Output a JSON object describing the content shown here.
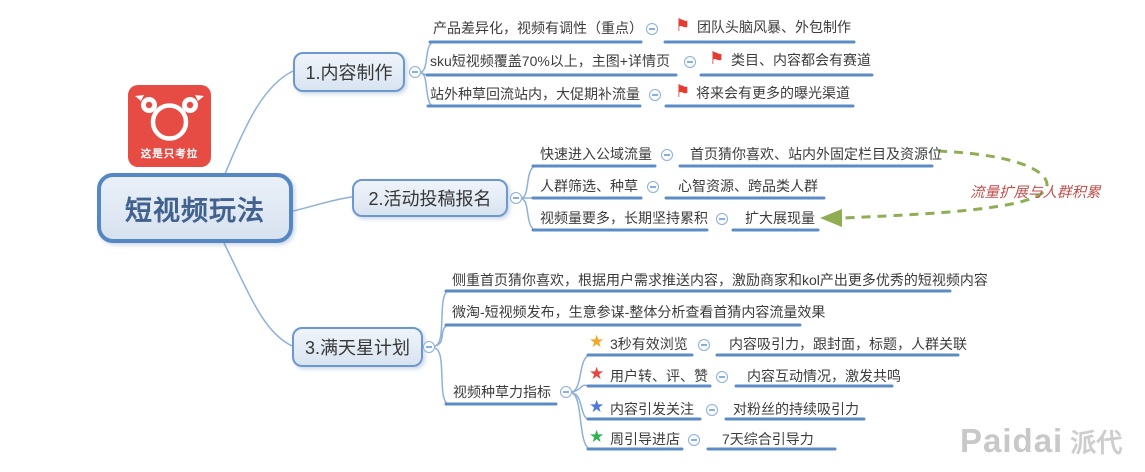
{
  "logo": {
    "brand": "这是只考拉"
  },
  "root": {
    "label": "短视频玩法"
  },
  "branches": [
    {
      "label": "1.内容制作",
      "rows": [
        {
          "topic": "产品差异化，视频有调性（重点）",
          "detail": "团队头脑风暴、外包制作"
        },
        {
          "topic": "sku短视频覆盖70%以上，主图+详情页",
          "detail": "类目、内容都会有赛道"
        },
        {
          "topic": "站外种草回流站内，大促期补流量",
          "detail": "将来会有更多的曝光渠道"
        }
      ]
    },
    {
      "label": "2.活动投稿报名",
      "rows": [
        {
          "topic": "快速进入公域流量",
          "detail": "首页猜你喜欢、站内外固定栏目及资源位"
        },
        {
          "topic": "人群筛选、种草",
          "detail": "心智资源、跨品类人群"
        },
        {
          "topic": "视频量要多，长期坚持累积",
          "detail": "扩大展现量"
        }
      ],
      "callout": "流量扩展与人群积累"
    },
    {
      "label": "3.满天星计划",
      "rows": [
        {
          "topic": "侧重首页猜你喜欢，根据用户需求推送内容，激励商家和kol产出更多优秀的短视频内容"
        },
        {
          "topic": "微淘-短视频发布，生意参谋-整体分析查看首猜内容流量效果"
        },
        {
          "topic": "视频种草力指标",
          "children": [
            {
              "star": "orange",
              "topic": "3秒有效浏览",
              "detail": "内容吸引力，跟封面，标题，人群关联"
            },
            {
              "star": "red",
              "topic": "用户转、评、赞",
              "detail": "内容互动情况，激发共鸣"
            },
            {
              "star": "blue",
              "topic": "内容引发关注",
              "detail": "对粉丝的持续吸引力"
            },
            {
              "star": "green",
              "topic": "周引导进店",
              "detail": "7天综合引导力"
            }
          ]
        }
      ]
    }
  ],
  "watermark": {
    "latin": "Paidai",
    "cjk": "派代"
  },
  "icons": {
    "flag": "⚑",
    "star": "★"
  },
  "colors": {
    "node_border_blue": "#5587c4",
    "node_fill_blue": "#dce6f2",
    "underline_blue": "#5d8cc5",
    "connector_blue": "#8fb0d9",
    "flag_red": "#e23d30",
    "star_orange": "#f4a62a",
    "star_red": "#e84444",
    "star_blue": "#4a78dd",
    "star_green": "#2fb350",
    "arrow_green": "#8fae54",
    "callout_red": "#c0504d",
    "logo_red": "#e74c44",
    "watermark_gray": "#c8c8c8"
  }
}
